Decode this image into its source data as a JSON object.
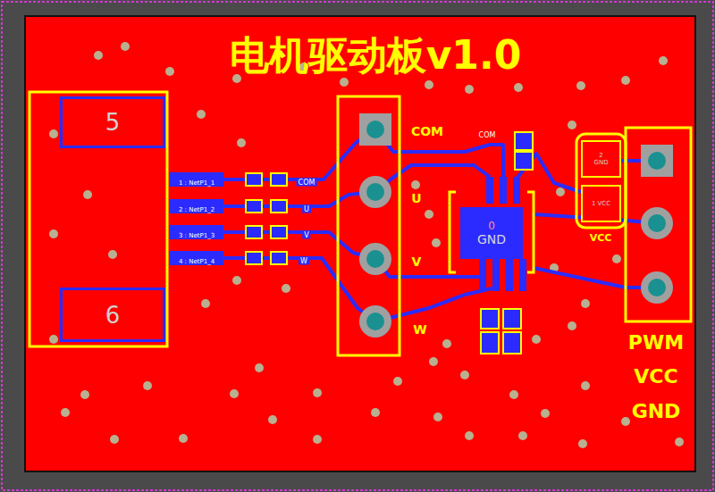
{
  "diagram": {
    "title": "电机驱动板v1.0",
    "nodes": [
      {
        "text": [
          "5"
        ]
      },
      {
        "text": [
          "6"
        ]
      },
      {
        "text": [
          "0",
          "GND"
        ]
      },
      {
        "text": [
          "2 GND"
        ]
      },
      {
        "text": [
          "1 VCC"
        ]
      }
    ],
    "labels": [
      "COM",
      "U",
      "V",
      "W",
      "PWM",
      "VCC",
      "GND",
      "1 : NetP1_1",
      "2 : NetP1_2",
      "3 : NetP1_3",
      "4 : NetP1_4",
      "COM",
      "U",
      "V",
      "W",
      "COM",
      "VCC"
    ]
  }
}
